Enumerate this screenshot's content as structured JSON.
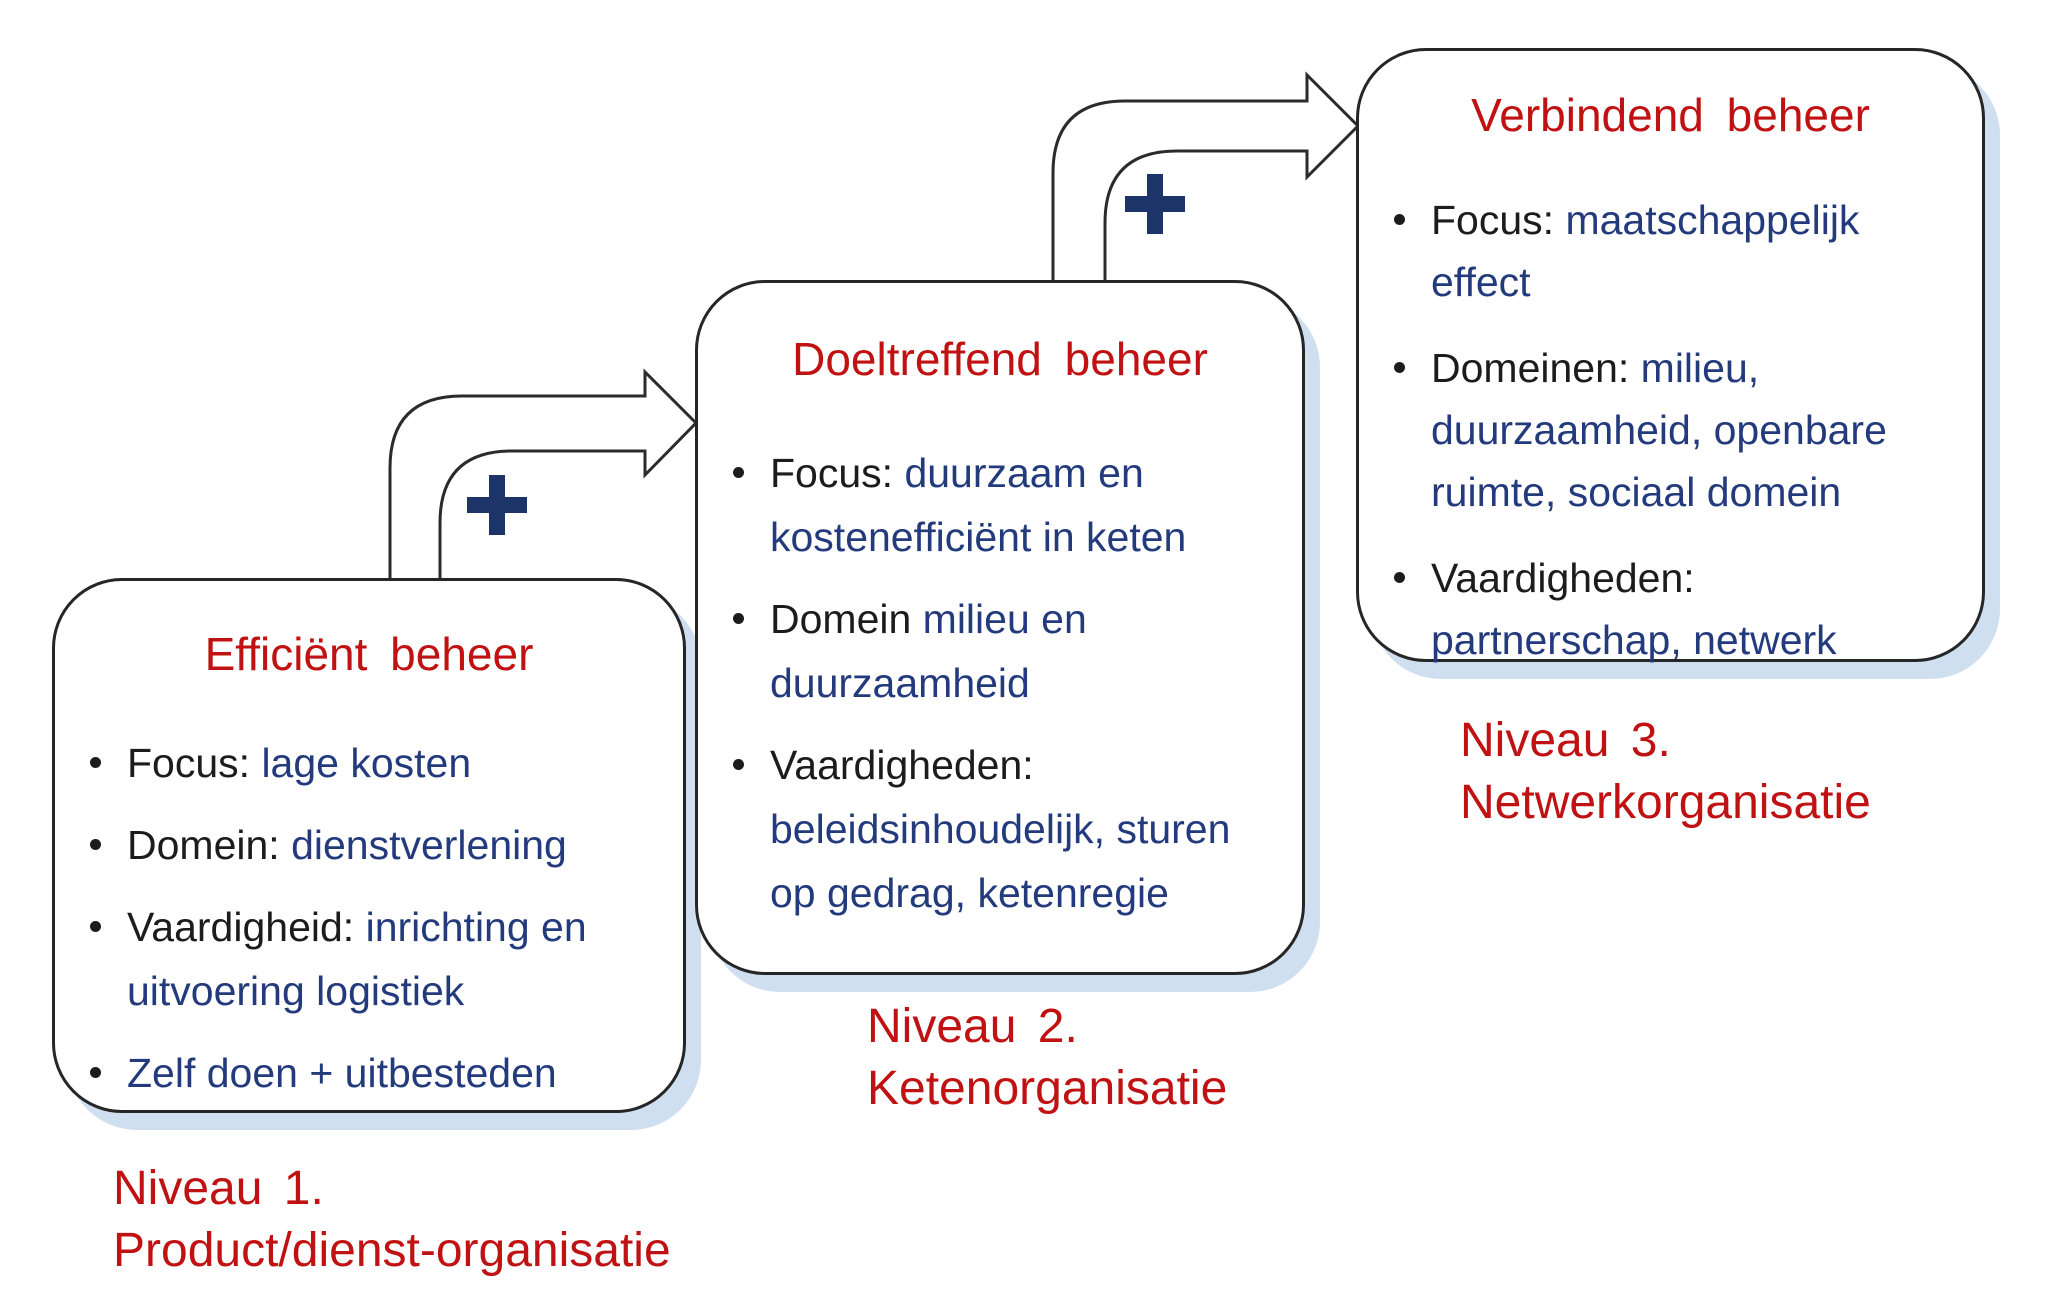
{
  "palette": {
    "red": "#c01212",
    "navy": "#233a7c",
    "black": "#1c1c1c",
    "plus": "#1d3468",
    "shadow": "#cfdfef"
  },
  "plus_icons": [
    {
      "symbol": "+"
    },
    {
      "symbol": "+"
    }
  ],
  "boxes": [
    {
      "title": "Efficiënt beheer",
      "bullets": [
        [
          {
            "t": "Focus:",
            "c": "black"
          },
          {
            "t": " lage kosten",
            "c": "navy"
          }
        ],
        [
          {
            "t": "Domein:",
            "c": "black"
          },
          {
            "t": " dienstverlening",
            "c": "navy"
          }
        ],
        [
          {
            "t": "Vaardigheid:",
            "c": "black"
          },
          {
            "t": " inrichting en\nuitvoering logistiek",
            "c": "navy"
          }
        ],
        [
          {
            "t": "Zelf doen + uitbesteden",
            "c": "navy"
          }
        ]
      ],
      "label": "Niveau 1.\nProduct/dienst-organisatie"
    },
    {
      "title": "Doeltreffend beheer",
      "bullets": [
        [
          {
            "t": "Focus:",
            "c": "black"
          },
          {
            "t": " duurzaam en\nkostenefficiënt in keten",
            "c": "navy"
          }
        ],
        [
          {
            "t": "Domein",
            "c": "black"
          },
          {
            "t": " milieu en\nduurzaamheid",
            "c": "navy"
          }
        ],
        [
          {
            "t": "Vaardigheden:",
            "c": "black"
          },
          {
            "t": "\nbeleidsinhoudelijk, sturen\nop gedrag, ketenregie",
            "c": "navy"
          }
        ]
      ],
      "label": "Niveau 2.\nKetenorganisatie"
    },
    {
      "title": "Verbindend beheer",
      "bullets": [
        [
          {
            "t": "Focus:",
            "c": "black"
          },
          {
            "t": " maatschappelijk\neffect",
            "c": "navy"
          }
        ],
        [
          {
            "t": "Domeinen:",
            "c": "black"
          },
          {
            "t": " milieu,\nduurzaamheid, openbare\nruimte, sociaal domein",
            "c": "navy"
          }
        ],
        [
          {
            "t": "Vaardigheden:",
            "c": "black"
          },
          {
            "t": "\npartnerschap, netwerk",
            "c": "navy"
          }
        ]
      ],
      "label": "Niveau 3.\nNetwerkorganisatie"
    }
  ]
}
